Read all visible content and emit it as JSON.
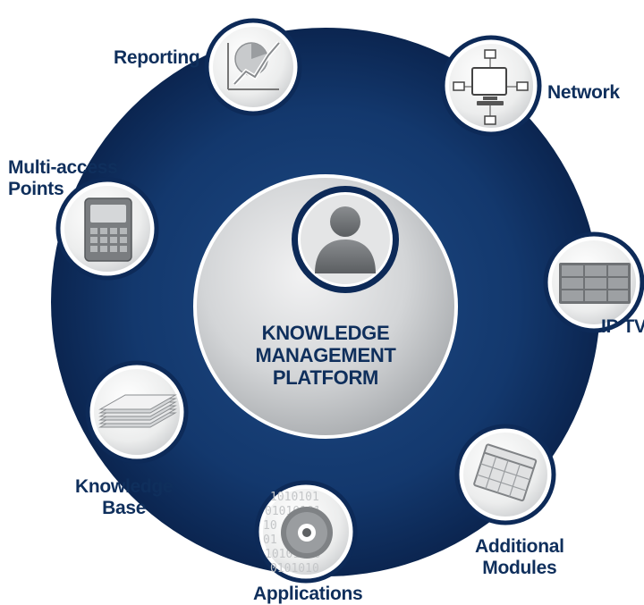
{
  "center": {
    "title_line1": "KNOWLEDGE",
    "title_line2": "MANAGEMENT",
    "title_line3": "PLATFORM",
    "icon": "user-icon"
  },
  "nodes": [
    {
      "id": "reporting",
      "label": "Reporting",
      "icon": "chart-icon"
    },
    {
      "id": "network",
      "label": "Network",
      "icon": "network-icon"
    },
    {
      "id": "iptv",
      "label": "IP TV",
      "icon": "tv-icon"
    },
    {
      "id": "additional",
      "label_line1": "Additional",
      "label_line2": "Modules",
      "icon": "calendar-icon"
    },
    {
      "id": "applications",
      "label": "Applications",
      "icon": "disc-icon"
    },
    {
      "id": "knowledge",
      "label_line1": "Knowledge",
      "label_line2": "Base",
      "icon": "documents-icon"
    },
    {
      "id": "multiaccess",
      "label_line1": "Multi-access",
      "label_line2": "Points",
      "icon": "calculator-icon"
    }
  ],
  "colors": {
    "ring": "#0d2a58",
    "label": "#0f2f5c",
    "node_border": "#0d2a58",
    "center_disc": "#cfd1d3"
  }
}
